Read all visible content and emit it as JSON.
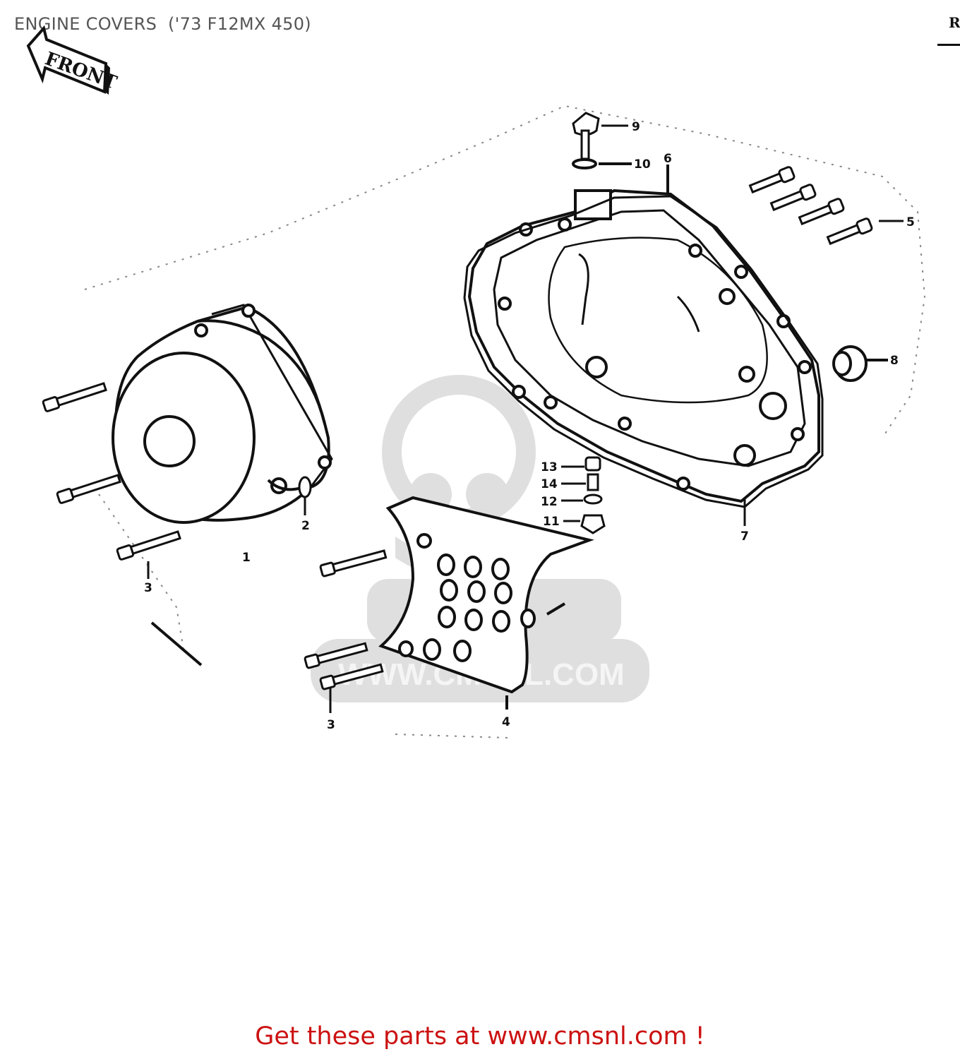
{
  "header": {
    "title": "ENGINE COVERS  ('73 F12MX 450)",
    "corner_letter": "R"
  },
  "diagram": {
    "direction_label": "FRONT",
    "watermark_text": "WWW.CMSNL.COM",
    "callouts": [
      {
        "id": "1",
        "label": "1"
      },
      {
        "id": "2",
        "label": "2"
      },
      {
        "id": "3a",
        "label": "3"
      },
      {
        "id": "3b",
        "label": "3"
      },
      {
        "id": "4",
        "label": "4"
      },
      {
        "id": "5",
        "label": "5"
      },
      {
        "id": "6",
        "label": "6"
      },
      {
        "id": "7",
        "label": "7"
      },
      {
        "id": "8",
        "label": "8"
      },
      {
        "id": "9",
        "label": "9"
      },
      {
        "id": "10",
        "label": "10"
      },
      {
        "id": "11",
        "label": "11"
      },
      {
        "id": "12",
        "label": "12"
      },
      {
        "id": "13",
        "label": "13"
      },
      {
        "id": "14",
        "label": "14"
      }
    ]
  },
  "footer": {
    "cta": "Get these parts at www.cmsnl.com !"
  },
  "colors": {
    "line": "#111111",
    "footer_red": "#cc1111",
    "watermark": "#d8d8d8",
    "title_gray": "#555555"
  }
}
